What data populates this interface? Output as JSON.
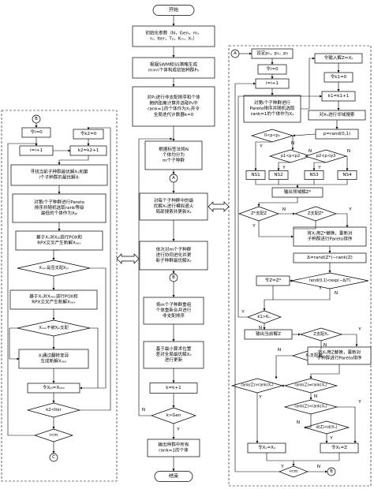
{
  "flowchart": {
    "main": {
      "start": "开始",
      "init": [
        "初始化参数（N，Gen，m，",
        "n，Iter，T₀，Kₘ，Xₛ）"
      ],
      "gen_pop": [
        "根据SWM和SS策略生成",
        "m×n个体构成初始种群P₀"
      ],
      "divide": [
        "对P₀进行非支配排序和个体",
        "拥挤距离计算并选取P₀中",
        "rank=1的个体作为Xₛ并令",
        "全局迭代计数器k=0"
      ],
      "split_pop": [
        "根据标签法将N",
        "个体均分为",
        "m个子种群"
      ],
      "vns_apply": [
        "对每个子种群中的最",
        "优解Xₛ进行模拟退火",
        "局部搜索并更新Xₛ"
      ],
      "coevolve": [
        "依次对m个子种群",
        "进行协同进化并更",
        "新子种群最优解Xₛ"
      ],
      "merge": [
        "将m个子种群重组",
        "个体重新合并进行",
        "非支配排序"
      ],
      "select": [
        "基于最小算术位置",
        "差对全局最优解Xₛ",
        "进行更新"
      ],
      "k_inc": "k=k+1",
      "k_check": "k>Gen",
      "output": [
        "输出种群中所有",
        "rank=1的个体"
      ],
      "end": "结束",
      "yes": "Y",
      "no": "N"
    },
    "left": {
      "conn_b": "B",
      "conn_c": "C",
      "i0": "令i=0",
      "i_inc": "i=i+1",
      "k2_0": "令k2=0",
      "k2_inc": "k2=k2+1",
      "find": [
        "寻找当前子种群最优解Xₛ和第",
        "i个子种群的最优解Xᵢ"
      ],
      "pareto": [
        "对第i个子种群进行Pareto",
        "排序并随机选取rank等级",
        "最低的个体作为Xₚₗ"
      ],
      "pox1": [
        "基于Xₛ对Xₚₗ进行POX和",
        "RPX交叉产生新解Xₙₑᵥ"
      ],
      "dom1": "Xₙₑᵥ是否支配Xₚₗ",
      "pox2": [
        "基于Xₛ对Xₙₑᵥ进行POX和",
        "RPX交叉产生新解Xₙₑᵥ"
      ],
      "dom2": "Xₙₑᵥ不被Xₚₗ支配",
      "mut": [
        "Xᵢ通过翻转变异",
        "生成新解Xₙₑᵥ"
      ],
      "assign": "令Xₚₗ=Xₙₑᵥ",
      "k2_check": "k2<Iter",
      "i_check": "i<m"
    },
    "right": {
      "conn_a": "A",
      "conn_b": "B",
      "set_p": "设定p₁，p₂，p₃",
      "i0": "令i=0",
      "i_inc": "i=i+1",
      "pick": [
        "对第i个子种群进行",
        "Pareto排序并随机选取",
        "rank=1的个体作为Xₛ"
      ],
      "k1_0": "令k1=0",
      "k1_inc": "k1=k1+1",
      "input": "令输入解Z=Xₛ",
      "neigh": "对Xₛ进行邻域搜索",
      "p_rand": "p=rand(0,1)",
      "d1": "0<p<p₁",
      "d2": "p1<p<p2",
      "d3": "p2<p<p3",
      "ns1": "NS1",
      "ns2": "NS2",
      "ns3": "NS3",
      "ns4": "NS4",
      "out_neigh": "输出领域解Z*",
      "z_dom": "Z*支配Z",
      "z_dom2": "Z支配Z*",
      "replace": [
        "将Xₛ用Z*替换，重新对",
        "子种群进行Pareto排序"
      ],
      "delta": "Δ=rand(Z*)−rank(Z)",
      "rand_check": "rand(0,1)<exp(−Δ/T)",
      "z_assign": "令Z=Z*",
      "k1_check": "k1>Kₘ",
      "out_z": "输出当前解Z",
      "z_dom_x": "Z支配Xₛ",
      "x_dom_z": "Xₛ支配Z",
      "replace2": [
        "将Xₛ用Z替换，重新对",
        "子种群进行Pareto排序"
      ],
      "rank_cmp1": "rank(Z)>rank(Xₛ)",
      "rank_cmp2": "rank(Z)=rank(Xₛ)",
      "rank_cmp3": "rank(Z)<rank(Xₛ)",
      "d_cmp": "d(Z)<d(Xₛ)",
      "keep": "令Xₛ=Xₛ",
      "set_z": "令Xₛ=Z",
      "i_check": "i<m",
      "yes": "Y",
      "no": "N"
    }
  }
}
